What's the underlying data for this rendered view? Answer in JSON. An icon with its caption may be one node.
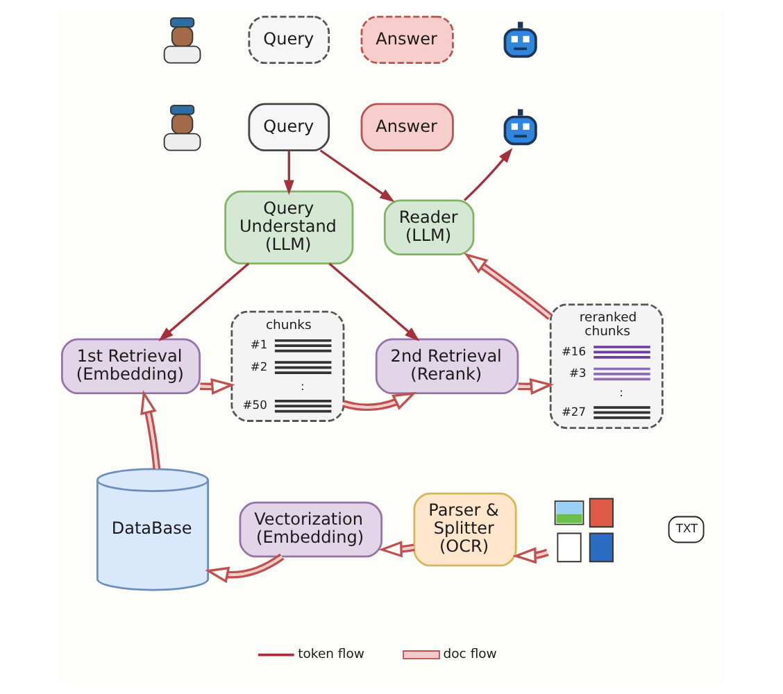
{
  "diagram": {
    "nodes": [
      {
        "text": [],
        "shape": "person"
      },
      {
        "text": [
          "Query"
        ]
      },
      {
        "text": [
          "Answer"
        ]
      },
      {
        "text": [],
        "shape": "picture"
      },
      {
        "text": [],
        "shape": "person"
      },
      {
        "text": [
          "Query"
        ]
      },
      {
        "text": [
          "Answer"
        ]
      },
      {
        "text": [],
        "shape": "picture"
      },
      {
        "text": [
          "Query Understand (LLM)"
        ]
      },
      {
        "text": [
          "Reader (LLM)"
        ]
      },
      {
        "text": [
          "1st Retrieval (Embedding)"
        ]
      },
      {
        "text": [
          "chunks",
          "#1",
          "#2",
          ":",
          "#50"
        ]
      },
      {
        "text": [
          "2nd Retrieval (Rerank)"
        ]
      },
      {
        "text": [
          "reranked chunks",
          "#16",
          "#3",
          ":",
          "#27"
        ]
      },
      {
        "text": [],
        "shape": "picture"
      },
      {
        "text": [
          "DataBase"
        ]
      },
      {
        "text": [
          "Vectorization (Embedding)"
        ]
      },
      {
        "text": [
          "Parser & Splitter (OCR)"
        ]
      }
    ],
    "edges": [
      {
        "from": 5,
        "to": 8,
        "arrow": "to",
        "color": "#a3303c"
      },
      {
        "from": 5,
        "to": 9,
        "arrow": "to",
        "color": "#a3303c"
      },
      {
        "from": 8,
        "to": 10,
        "arrow": "to",
        "color": "#a3303c"
      },
      {
        "from": 8,
        "to": 12,
        "arrow": "to",
        "color": "#a3303c"
      },
      {
        "from": 9,
        "to": 7,
        "arrow": "to",
        "color": "#a3303c"
      },
      {
        "from": 10,
        "to": 11,
        "arrow": "to"
      },
      {
        "from": 11,
        "to": 12,
        "arrow": "to"
      },
      {
        "from": 12,
        "to": 13,
        "arrow": "to"
      },
      {
        "from": 13,
        "to": 9,
        "arrow": "to"
      },
      {
        "from": 15,
        "to": 10,
        "arrow": "to"
      },
      {
        "from": 16,
        "to": 15,
        "arrow": "to"
      },
      {
        "from": 17,
        "to": 16,
        "arrow": "to"
      },
      {
        "from": 14,
        "to": 17,
        "arrow": "to"
      }
    ],
    "labels": [
      "TXT"
    ],
    "legend": [
      {
        "text": "token flow"
      },
      {
        "text": "doc flow"
      }
    ]
  }
}
